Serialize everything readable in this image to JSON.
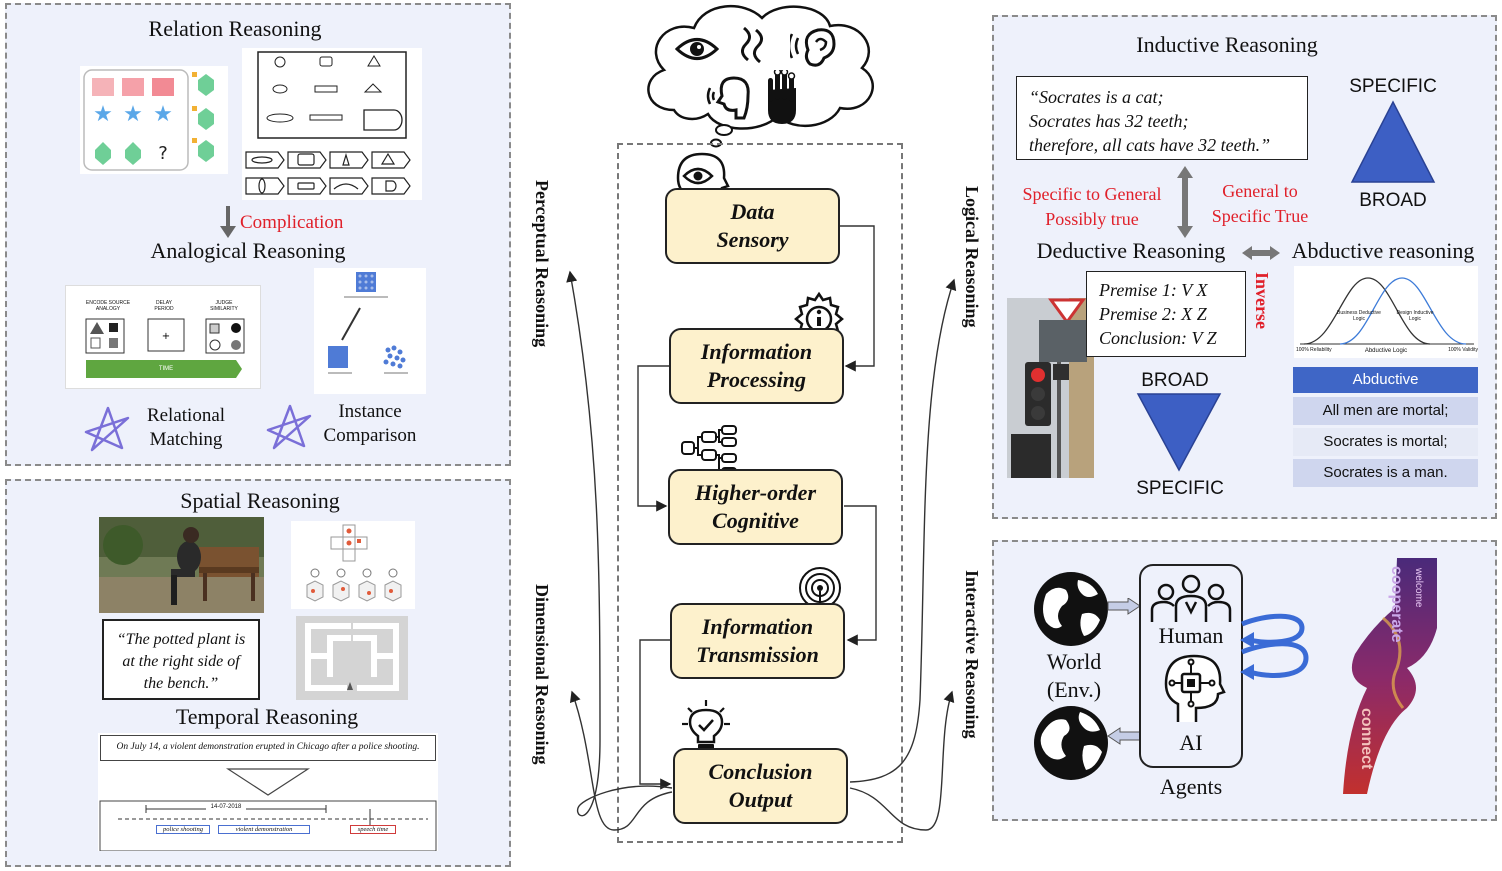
{
  "left_top": {
    "relation_title": "Relation Reasoning",
    "complication": "Complication",
    "analogical_title": "Analogical Reasoning",
    "relational_matching": "Relational\nMatching",
    "instance_comparison": "Instance\nComparison",
    "mini_labels": [
      "ENCODE SOURCE ANALOGY",
      "DELAY PERIOD",
      "JUDGE SIMILARITY",
      "TIME"
    ]
  },
  "left_bottom": {
    "spatial_title": "Spatial Reasoning",
    "spatial_quote": "“The potted plant is at the right side of the bench.”",
    "temporal_title": "Temporal Reasoning",
    "temporal_sentence": "On July 14, a violent demonstration erupted in Chicago after a police shooting.",
    "timeline_date": "14-07-2018",
    "timeline_tags": [
      "police shooting",
      "violent demonstration",
      "speech time"
    ]
  },
  "center": {
    "steps": [
      {
        "line1": "Data",
        "line2": "Sensory"
      },
      {
        "line1": "Information",
        "line2": "Processing"
      },
      {
        "line1": "Higher-order",
        "line2": "Cognitive"
      },
      {
        "line1": "Information",
        "line2": "Transmission"
      },
      {
        "line1": "Conclusion",
        "line2": "Output"
      }
    ],
    "perceptual_label": "Perceptual   Reasoning",
    "dimensional_label": "Dimensional   Reasoning",
    "logical_label": "Logical   Reasoning",
    "interactive_label": "Interactive   Reasoning"
  },
  "right_top": {
    "inductive_title": "Inductive Reasoning",
    "quote_lines": [
      "“Socrates is a cat;",
      "Socrates has 32 teeth;",
      "therefore, all cats have 32 teeth.”"
    ],
    "specific": "SPECIFIC",
    "broad": "BROAD",
    "spec_to_gen": "Specific to General\nPossibly true",
    "gen_to_spec": "General to\nSpecific True",
    "deductive_title": "Deductive Reasoning",
    "abductive_title": "Abductive reasoning",
    "premises": [
      "Premise 1: V X",
      "Premise 2: X Z",
      "Conclusion: V Z"
    ],
    "inverse": "Inverse",
    "broad2": "BROAD",
    "specific2": "SPECIFIC",
    "curve_labels": [
      "Business Deductive Logic",
      "Design Inductive Logic",
      "100% Reliability",
      "Abductive Logic",
      "100% Validity"
    ],
    "abductive_table": [
      "Abductive",
      "All men are mortal;",
      "Socrates is mortal;",
      "Socrates is a man."
    ]
  },
  "right_bottom": {
    "human": "Human",
    "ai": "AI",
    "world": "World\n(Env.)",
    "agents": "Agents",
    "hand_words": [
      "cooperate",
      "connect",
      "welcome"
    ]
  },
  "colors": {
    "panel_bg": "#eef1fb",
    "box_fill": "#fdf1cc",
    "accent_red": "#e0202a",
    "triangle_blue": "#3d5fc4",
    "table_header": "#3f66c6"
  }
}
